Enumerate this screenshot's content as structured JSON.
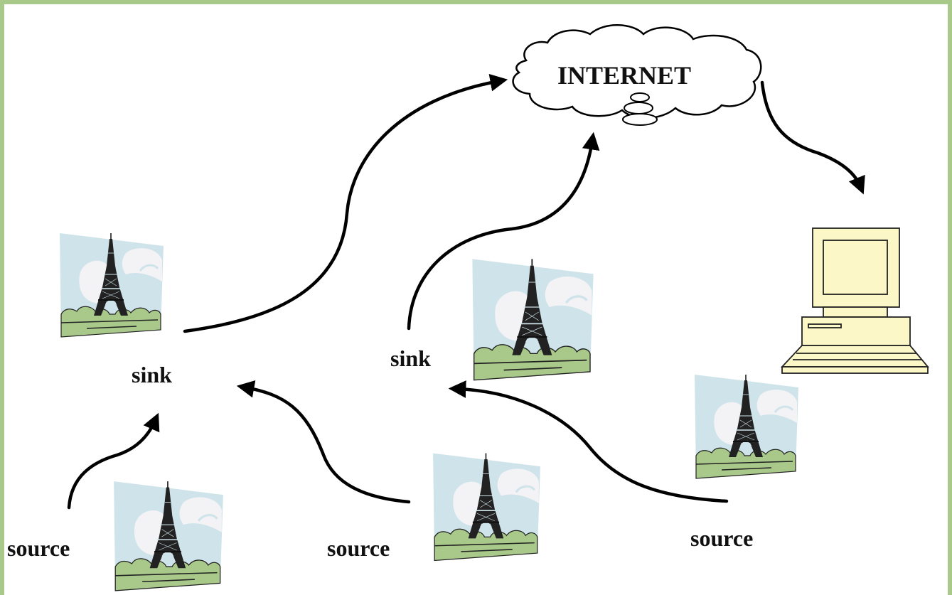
{
  "diagram": {
    "cloud_label": "INTERNET",
    "nodes": [
      {
        "id": "sink-left",
        "label": "sink"
      },
      {
        "id": "sink-middle",
        "label": "sink"
      },
      {
        "id": "source-left",
        "label": "source"
      },
      {
        "id": "source-middle",
        "label": "source"
      },
      {
        "id": "source-right",
        "label": "source"
      }
    ],
    "edges": [
      {
        "from": "source-left",
        "to": "sink-left"
      },
      {
        "from": "source-middle",
        "to": "sink-left"
      },
      {
        "from": "source-right",
        "to": "sink-middle"
      },
      {
        "from": "sink-left",
        "to": "INTERNET"
      },
      {
        "from": "sink-middle",
        "to": "INTERNET"
      },
      {
        "from": "INTERNET",
        "to": "computer"
      }
    ],
    "icons": [
      "eiffel-tower-icon",
      "cloud-icon",
      "computer-icon"
    ],
    "colors": {
      "sky": "#cfe4ea",
      "grass": "#a9c98a",
      "computer": "#fbf7c7",
      "border": "#a9c98a"
    }
  }
}
